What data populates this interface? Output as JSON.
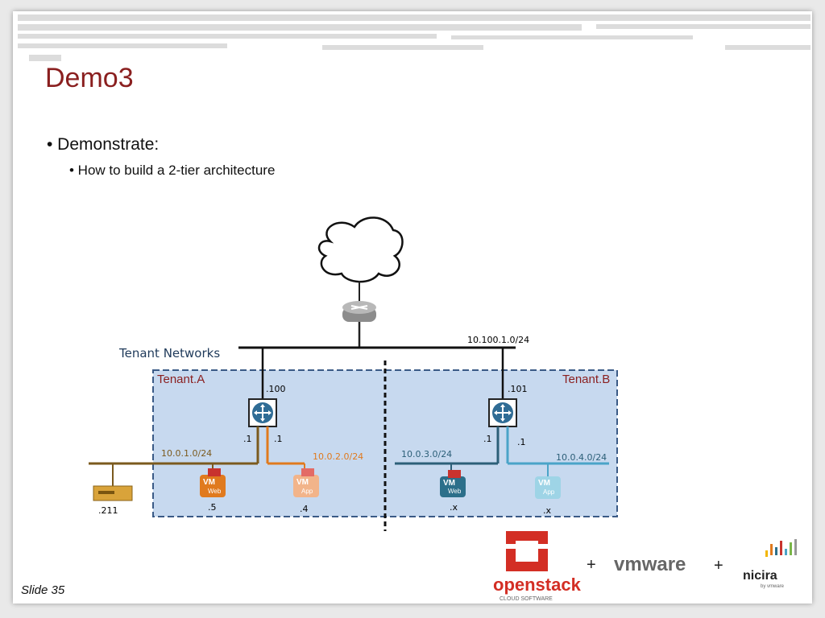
{
  "slide": {
    "title": "Demo3",
    "bullet": "• Demonstrate:",
    "sub_bullet": "• How to build a 2-tier architecture",
    "footer": "Slide 35"
  },
  "diagram": {
    "tenant_networks": "Tenant Networks",
    "tenant_a": "Tenant.A",
    "tenant_b": "Tenant.B",
    "external_subnet": "10.100.1.0/24",
    "router_a_ip": ".100",
    "router_b_ip": ".101",
    "gw_a1": ".1",
    "gw_a2": ".1",
    "gw_b1": ".1",
    "gw_b2": ".1",
    "subnet_a1": "10.0.1.0/24",
    "subnet_a2": "10.0.2.0/24",
    "subnet_b1": "10.0.3.0/24",
    "subnet_b2": "10.0.4.0/24",
    "vm_web_a": "Web",
    "vm_app_a": "App",
    "vm_web_b": "Web",
    "vm_app_b": "App",
    "vm_badge": "VM",
    "ip_web_a": ".5",
    "ip_app_a": ".4",
    "ip_web_b": ".x",
    "ip_app_b": ".x",
    "ip_server": ".211",
    "colors": {
      "tenant_a_net1": "#7b5a1e",
      "tenant_a_net2": "#e07a1e",
      "tenant_b_net1": "#2c5f78",
      "tenant_b_net2": "#4aa4c8",
      "tenant_fill": "#c7d9ef"
    }
  },
  "logos": {
    "openstack": "openstack",
    "openstack_sub": "CLOUD SOFTWARE",
    "plus1": "+",
    "vmware": "vmware",
    "plus2": "+",
    "nicira": "nicira",
    "nicira_sub": "by vmware"
  }
}
